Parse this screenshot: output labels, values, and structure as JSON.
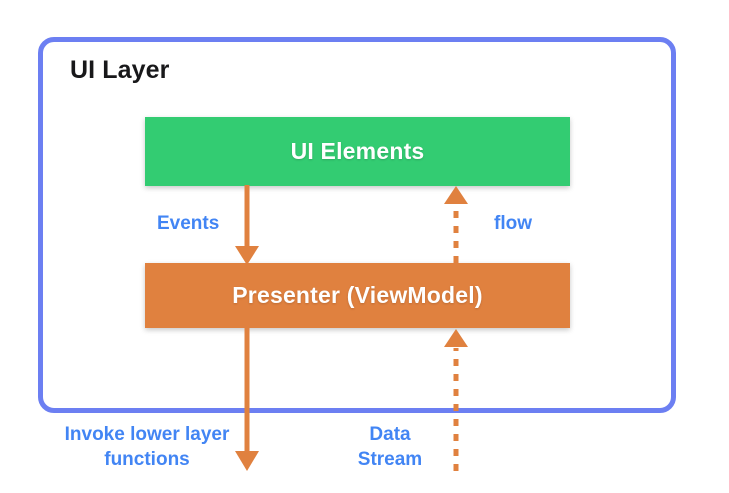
{
  "diagram": {
    "title": "UI Layer",
    "container": {
      "label": "UI Layer",
      "border_color": "#6C7FF2"
    },
    "nodes": [
      {
        "id": "ui-elements",
        "label": "UI Elements",
        "color": "#33CC72",
        "text_color": "#FFFFFF"
      },
      {
        "id": "presenter",
        "label": "Presenter (ViewModel)",
        "color": "#E0813F",
        "text_color": "#FFFFFF"
      }
    ],
    "edges": [
      {
        "id": "events",
        "label": "Events",
        "from": "ui-elements",
        "to": "presenter",
        "style": "solid",
        "direction": "down",
        "color": "#E0813F",
        "label_color": "#4285F4"
      },
      {
        "id": "flow",
        "label": "flow",
        "from": "presenter",
        "to": "ui-elements",
        "style": "dashed",
        "direction": "up",
        "color": "#E0813F",
        "label_color": "#4285F4"
      },
      {
        "id": "invoke-lower-layer",
        "label": "Invoke lower layer functions",
        "from": "presenter",
        "to": "lower-layer",
        "style": "solid",
        "direction": "down",
        "color": "#E0813F",
        "label_color": "#4285F4"
      },
      {
        "id": "data-stream",
        "label": "Data Stream",
        "from": "lower-layer",
        "to": "presenter",
        "style": "dashed",
        "direction": "up",
        "color": "#E0813F",
        "label_color": "#4285F4"
      }
    ]
  }
}
